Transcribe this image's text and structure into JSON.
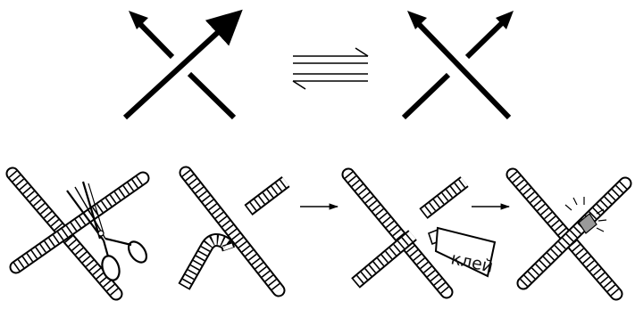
{
  "diagram": {
    "top": {
      "left_crossing": "crossing-before",
      "right_crossing": "crossing-after",
      "equivalence_icon": "double-harpoon-arrows-icon"
    },
    "bottom": {
      "steps": [
        "scissors-icon",
        "cut-rope",
        "glue-tube-icon",
        "glued-rope"
      ],
      "step_arrow_icon": "arrow-right-icon",
      "glue_label": "клей"
    }
  }
}
